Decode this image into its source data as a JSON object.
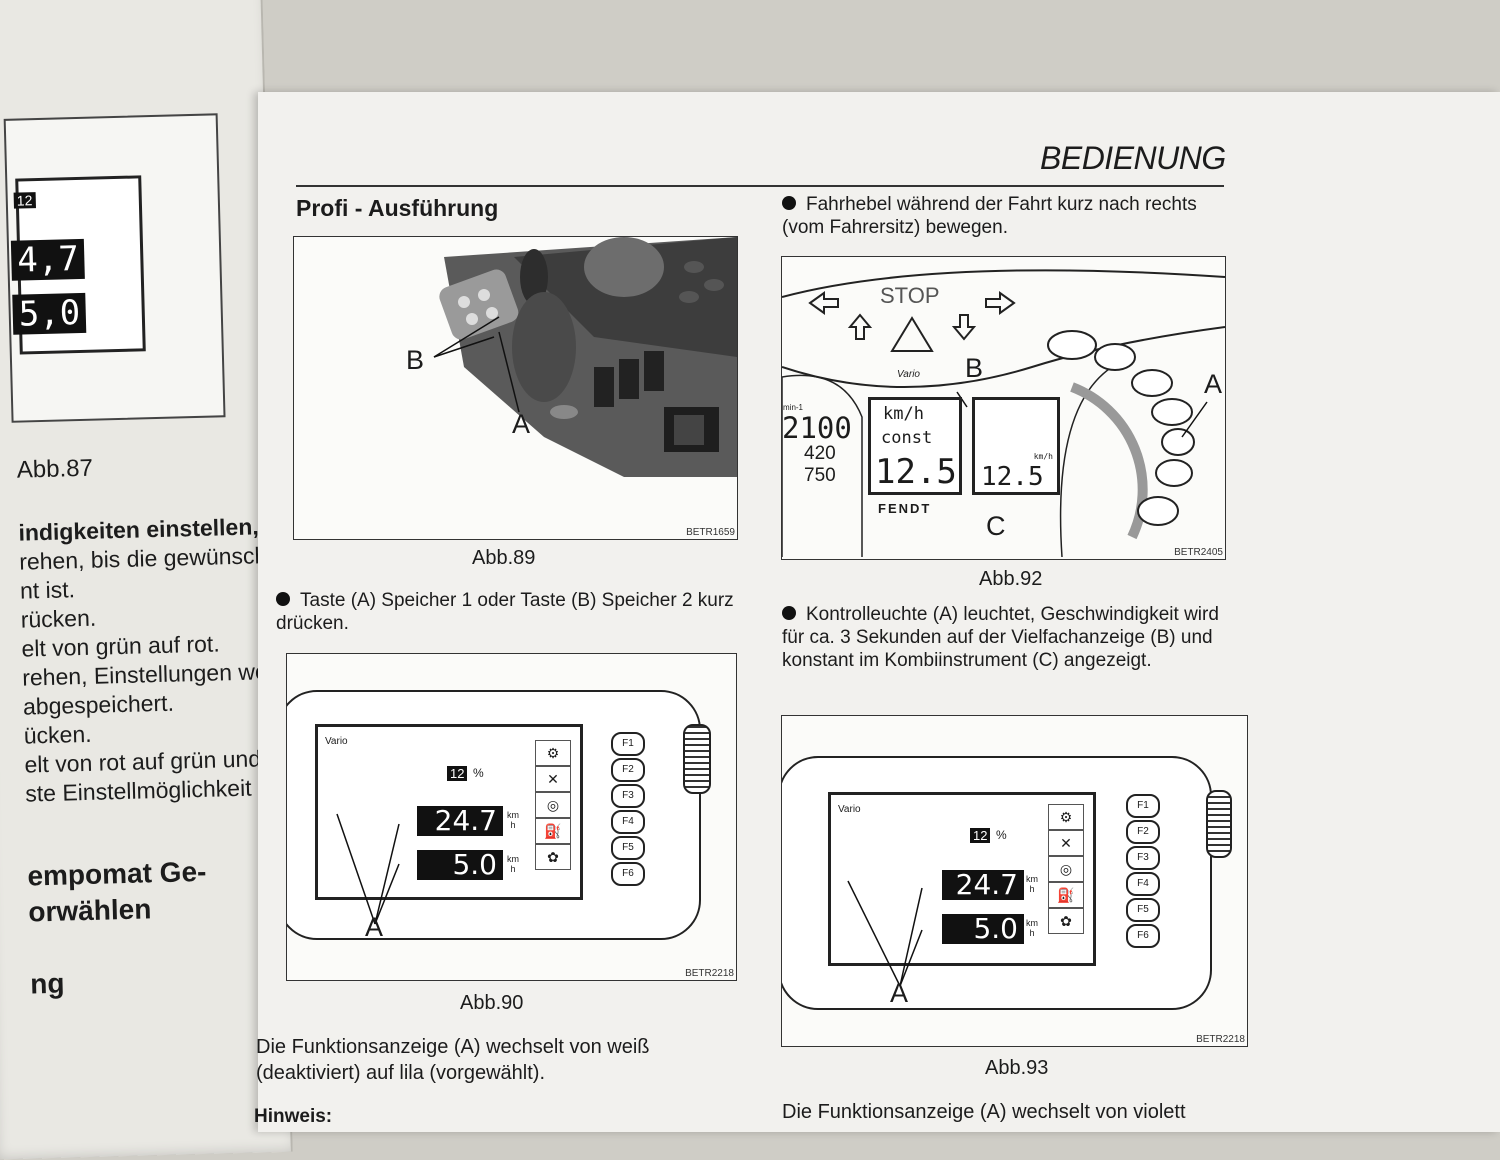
{
  "header": {
    "title": "BEDIENUNG"
  },
  "left_page": {
    "values": [
      "4,7",
      "5,0"
    ],
    "percent": "12",
    "caption": "Abb.87",
    "lines": [
      "indigkeiten einstellen,",
      "rehen, bis die gewünsch",
      "nt ist.",
      "rücken.",
      "elt von grün auf rot.",
      "rehen, Einstellungen we",
      "abgespeichert.",
      "ücken.",
      "elt von rot auf grün und",
      "ste Einstellmöglichkeit"
    ],
    "heading": [
      "empomat Ge-",
      "orwählen"
    ],
    "heading2": "ng"
  },
  "section": {
    "title": "Profi - Ausführung"
  },
  "fig89": {
    "caption": "Abb.89",
    "code": "BETR1659",
    "label_b": "B",
    "label_a": "A"
  },
  "bullet1": "Taste (A) Speicher 1 oder Taste (B) Speicher 2 kurz drücken.",
  "fig90": {
    "caption": "Abb.90",
    "code": "BETR2218",
    "label_a": "A",
    "brand": "Vario",
    "percent": "12",
    "percent_sign": "%",
    "value1": "24.7",
    "value2": "5.0",
    "unit_top": "km",
    "unit_bottom": "h",
    "fkeys": [
      "F1",
      "F2",
      "F3",
      "F4",
      "F5",
      "F6"
    ]
  },
  "para1": "Die Funktionsanzeige (A) wechselt von weiß (deaktiviert) auf lila (vorgewählt).",
  "hint": "Hinweis:",
  "bullet2": "Fahrhebel während der Fahrt kurz nach rechts (vom Fahrersitz) bewegen.",
  "fig92": {
    "caption": "Abb.92",
    "code": "BETR2405",
    "stop": "STOP",
    "brand": "Vario",
    "fendt": "FENDT",
    "rpm_unit": "min-1",
    "rpm": "2100",
    "val420": "420",
    "val750": "750",
    "speed_unit": "km/h",
    "const": "const",
    "speed_big": "12.5",
    "kmh_small": "km/h",
    "speed_small": "12.5",
    "label_a": "A",
    "label_b": "B",
    "label_c": "C"
  },
  "bullet3": "Kontrolleuchte (A) leuchtet, Geschwindigkeit wird für ca. 3 Sekunden auf der Vielfachanzeige (B) und konstant im Kombiinstrument (C) angezeigt.",
  "fig93": {
    "caption": "Abb.93",
    "code": "BETR2218",
    "label_a": "A",
    "brand": "Vario",
    "percent": "12",
    "percent_sign": "%",
    "value1": "24.7",
    "value2": "5.0",
    "unit_top": "km",
    "unit_bottom": "h",
    "fkeys": [
      "F1",
      "F2",
      "F3",
      "F4",
      "F5",
      "F6"
    ]
  },
  "para2": "Die Funktionsanzeige (A) wechselt von violett"
}
